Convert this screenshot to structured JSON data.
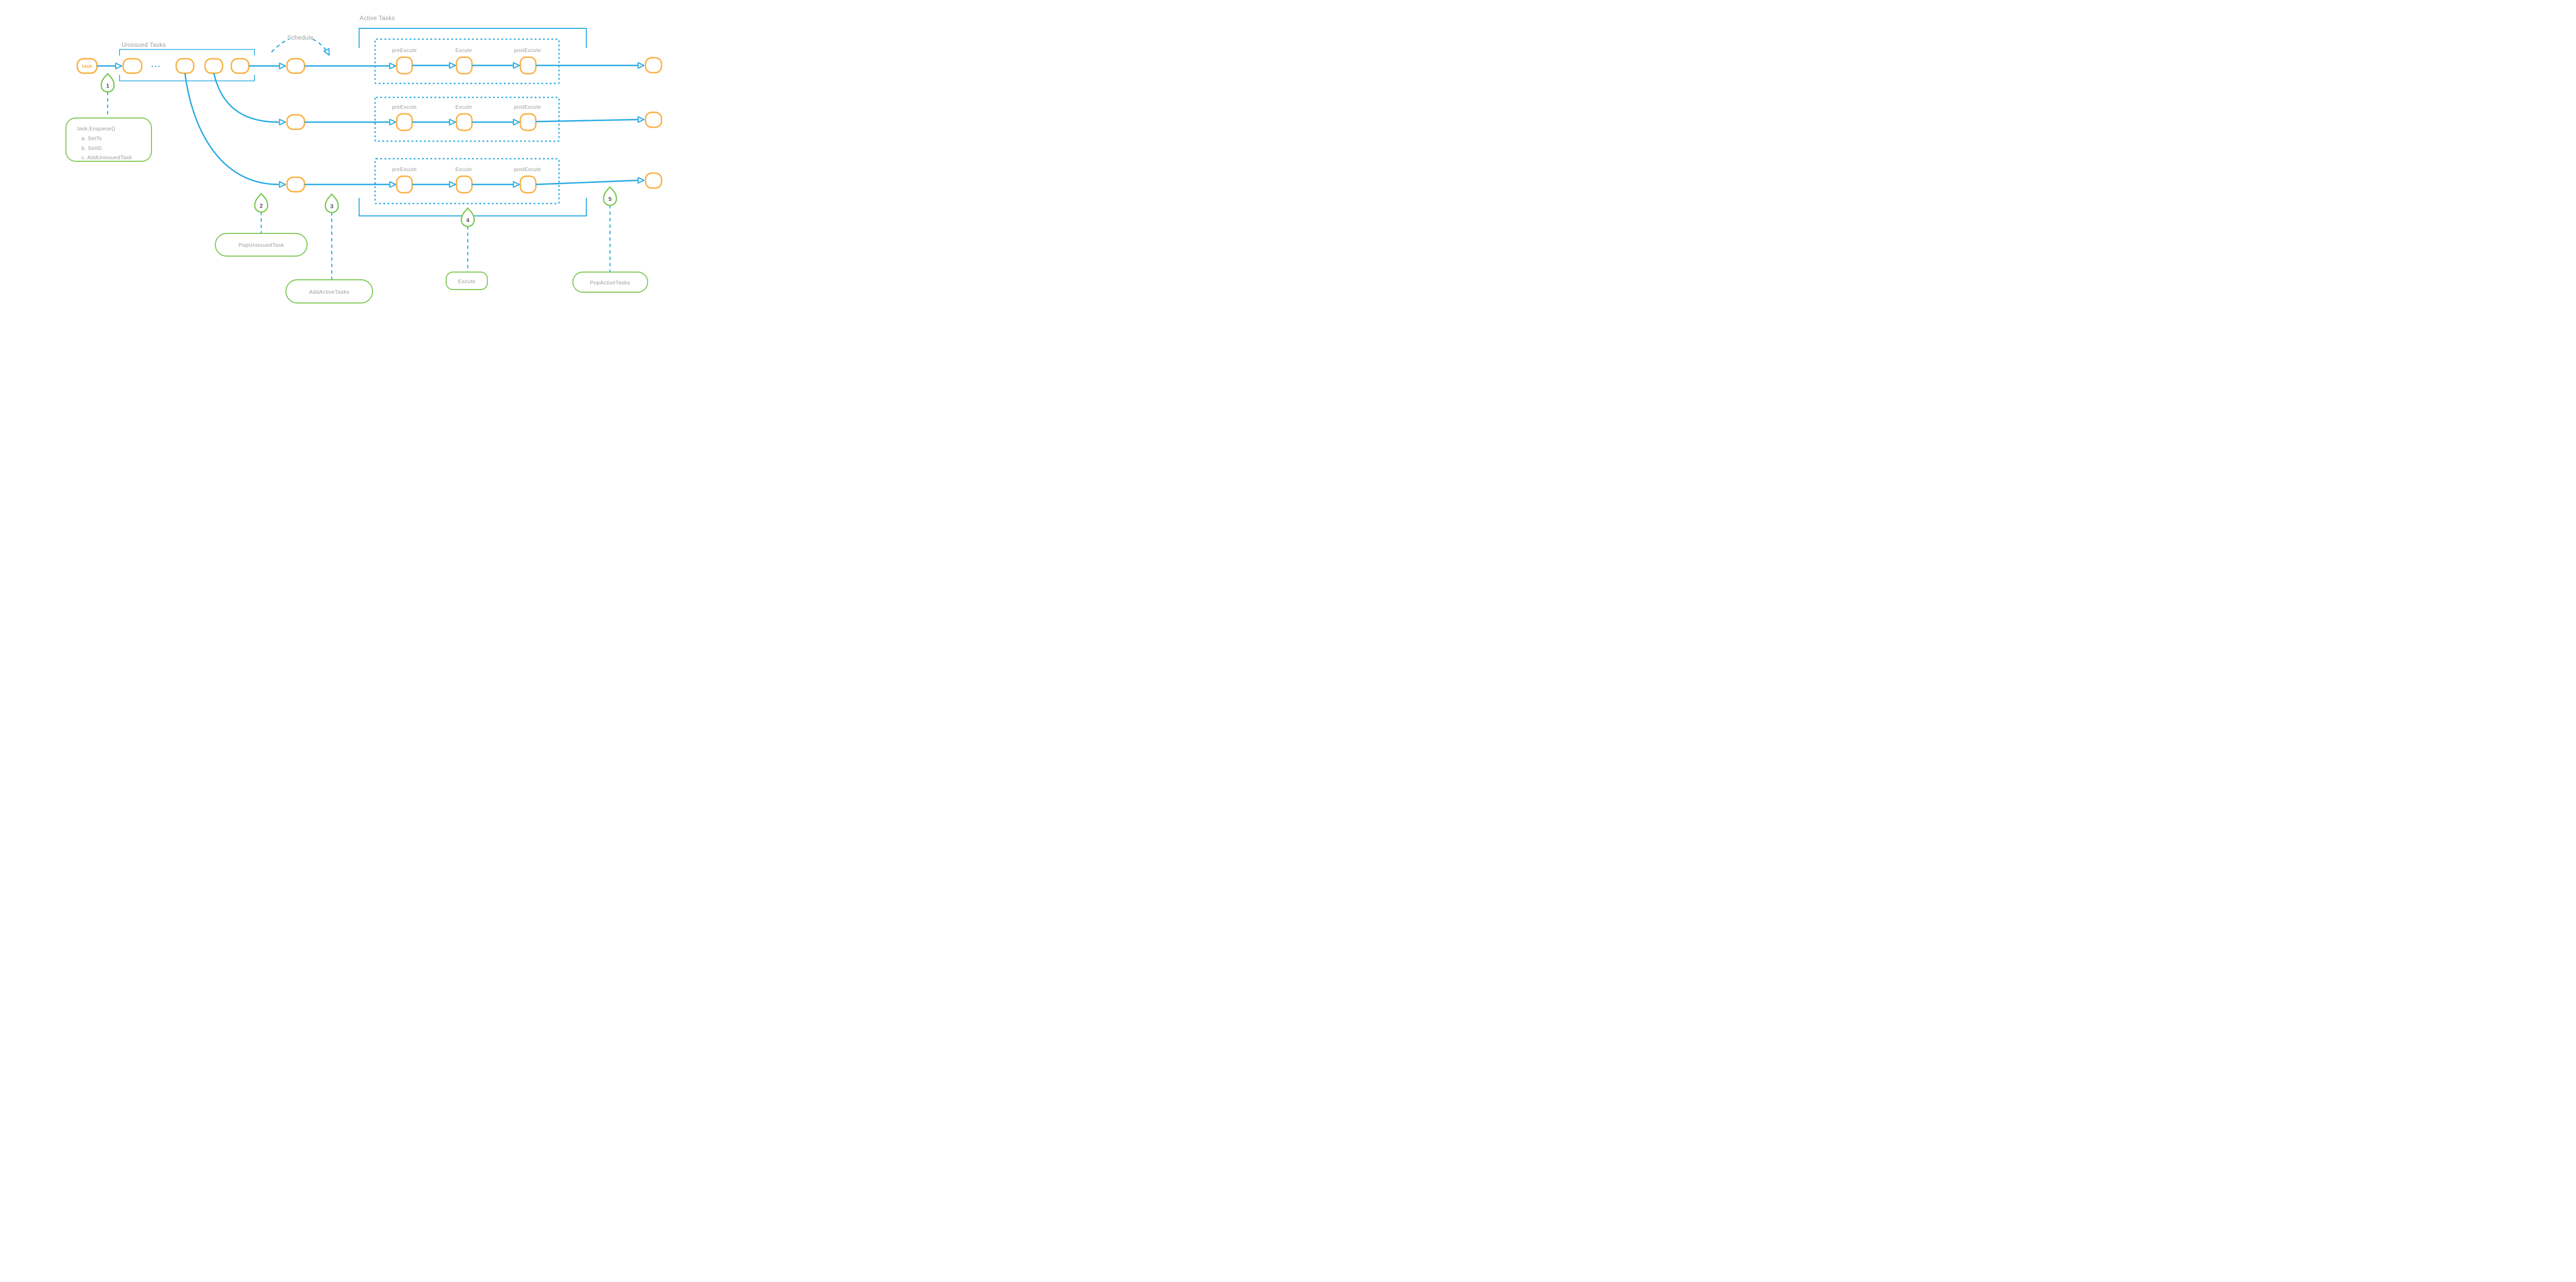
{
  "colors": {
    "flow_blue": "#29ABE2",
    "node_orange": "#FBB042",
    "marker_green": "#7DC855",
    "label_gray": "#9B9B9B",
    "number_gray": "#4D4D4D"
  },
  "labels": {
    "unissued_tasks": "Unissued Tasks",
    "schedule": "Schedule",
    "active_tasks": "Active Tasks",
    "task_node": "task",
    "queue_ellipsis": "..."
  },
  "pipeline_stages": {
    "pre": "preExcute",
    "exec": "Excute",
    "post": "postExcute"
  },
  "markers": {
    "1": {
      "number": "1",
      "note_title": "task.Enqueue()",
      "note_items": [
        "a. SetTs",
        "b. SetID",
        "c. AddUnissuedTask"
      ]
    },
    "2": {
      "number": "2",
      "label": "PopUnissuedTask"
    },
    "3": {
      "number": "3",
      "label": "AddActiveTasks"
    },
    "4": {
      "number": "4",
      "label": "Excute"
    },
    "5": {
      "number": "5",
      "label": "PopActiveTasks"
    }
  }
}
